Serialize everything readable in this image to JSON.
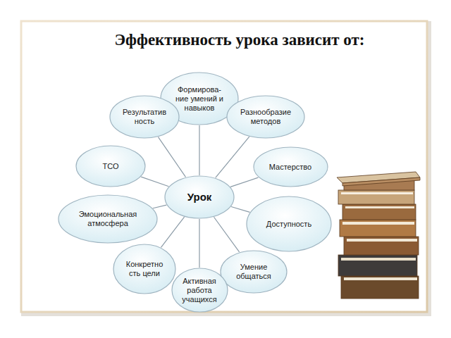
{
  "diagram": {
    "title": "Эффективность урока зависит от:",
    "nodes": [
      {
        "text": [
          "Урок"
        ]
      },
      {
        "text": [
          "Формирова- ние умений и навыков"
        ]
      },
      {
        "text": [
          "Разнообразие методов"
        ]
      },
      {
        "text": [
          "Мастерство"
        ]
      },
      {
        "text": [
          "Доступность"
        ]
      },
      {
        "text": [
          "Умение общаться"
        ]
      },
      {
        "text": [
          "Активная работа учащихся"
        ]
      },
      {
        "text": [
          "Конкретно сть цели"
        ]
      },
      {
        "text": [
          "Эмоциональная атмосфера"
        ]
      },
      {
        "text": [
          "ТСО"
        ]
      },
      {
        "text": [
          "Результатив ность"
        ]
      }
    ],
    "edges": [
      {
        "from": 0,
        "to": 1,
        "arrow": "none"
      },
      {
        "from": 0,
        "to": 2,
        "arrow": "none"
      },
      {
        "from": 0,
        "to": 3,
        "arrow": "none"
      },
      {
        "from": 0,
        "to": 4,
        "arrow": "none"
      },
      {
        "from": 0,
        "to": 5,
        "arrow": "none"
      },
      {
        "from": 0,
        "to": 6,
        "arrow": "none"
      },
      {
        "from": 0,
        "to": 7,
        "arrow": "none"
      },
      {
        "from": 0,
        "to": 8,
        "arrow": "none"
      },
      {
        "from": 0,
        "to": 9,
        "arrow": "none"
      },
      {
        "from": 0,
        "to": 10,
        "arrow": "none"
      }
    ]
  }
}
